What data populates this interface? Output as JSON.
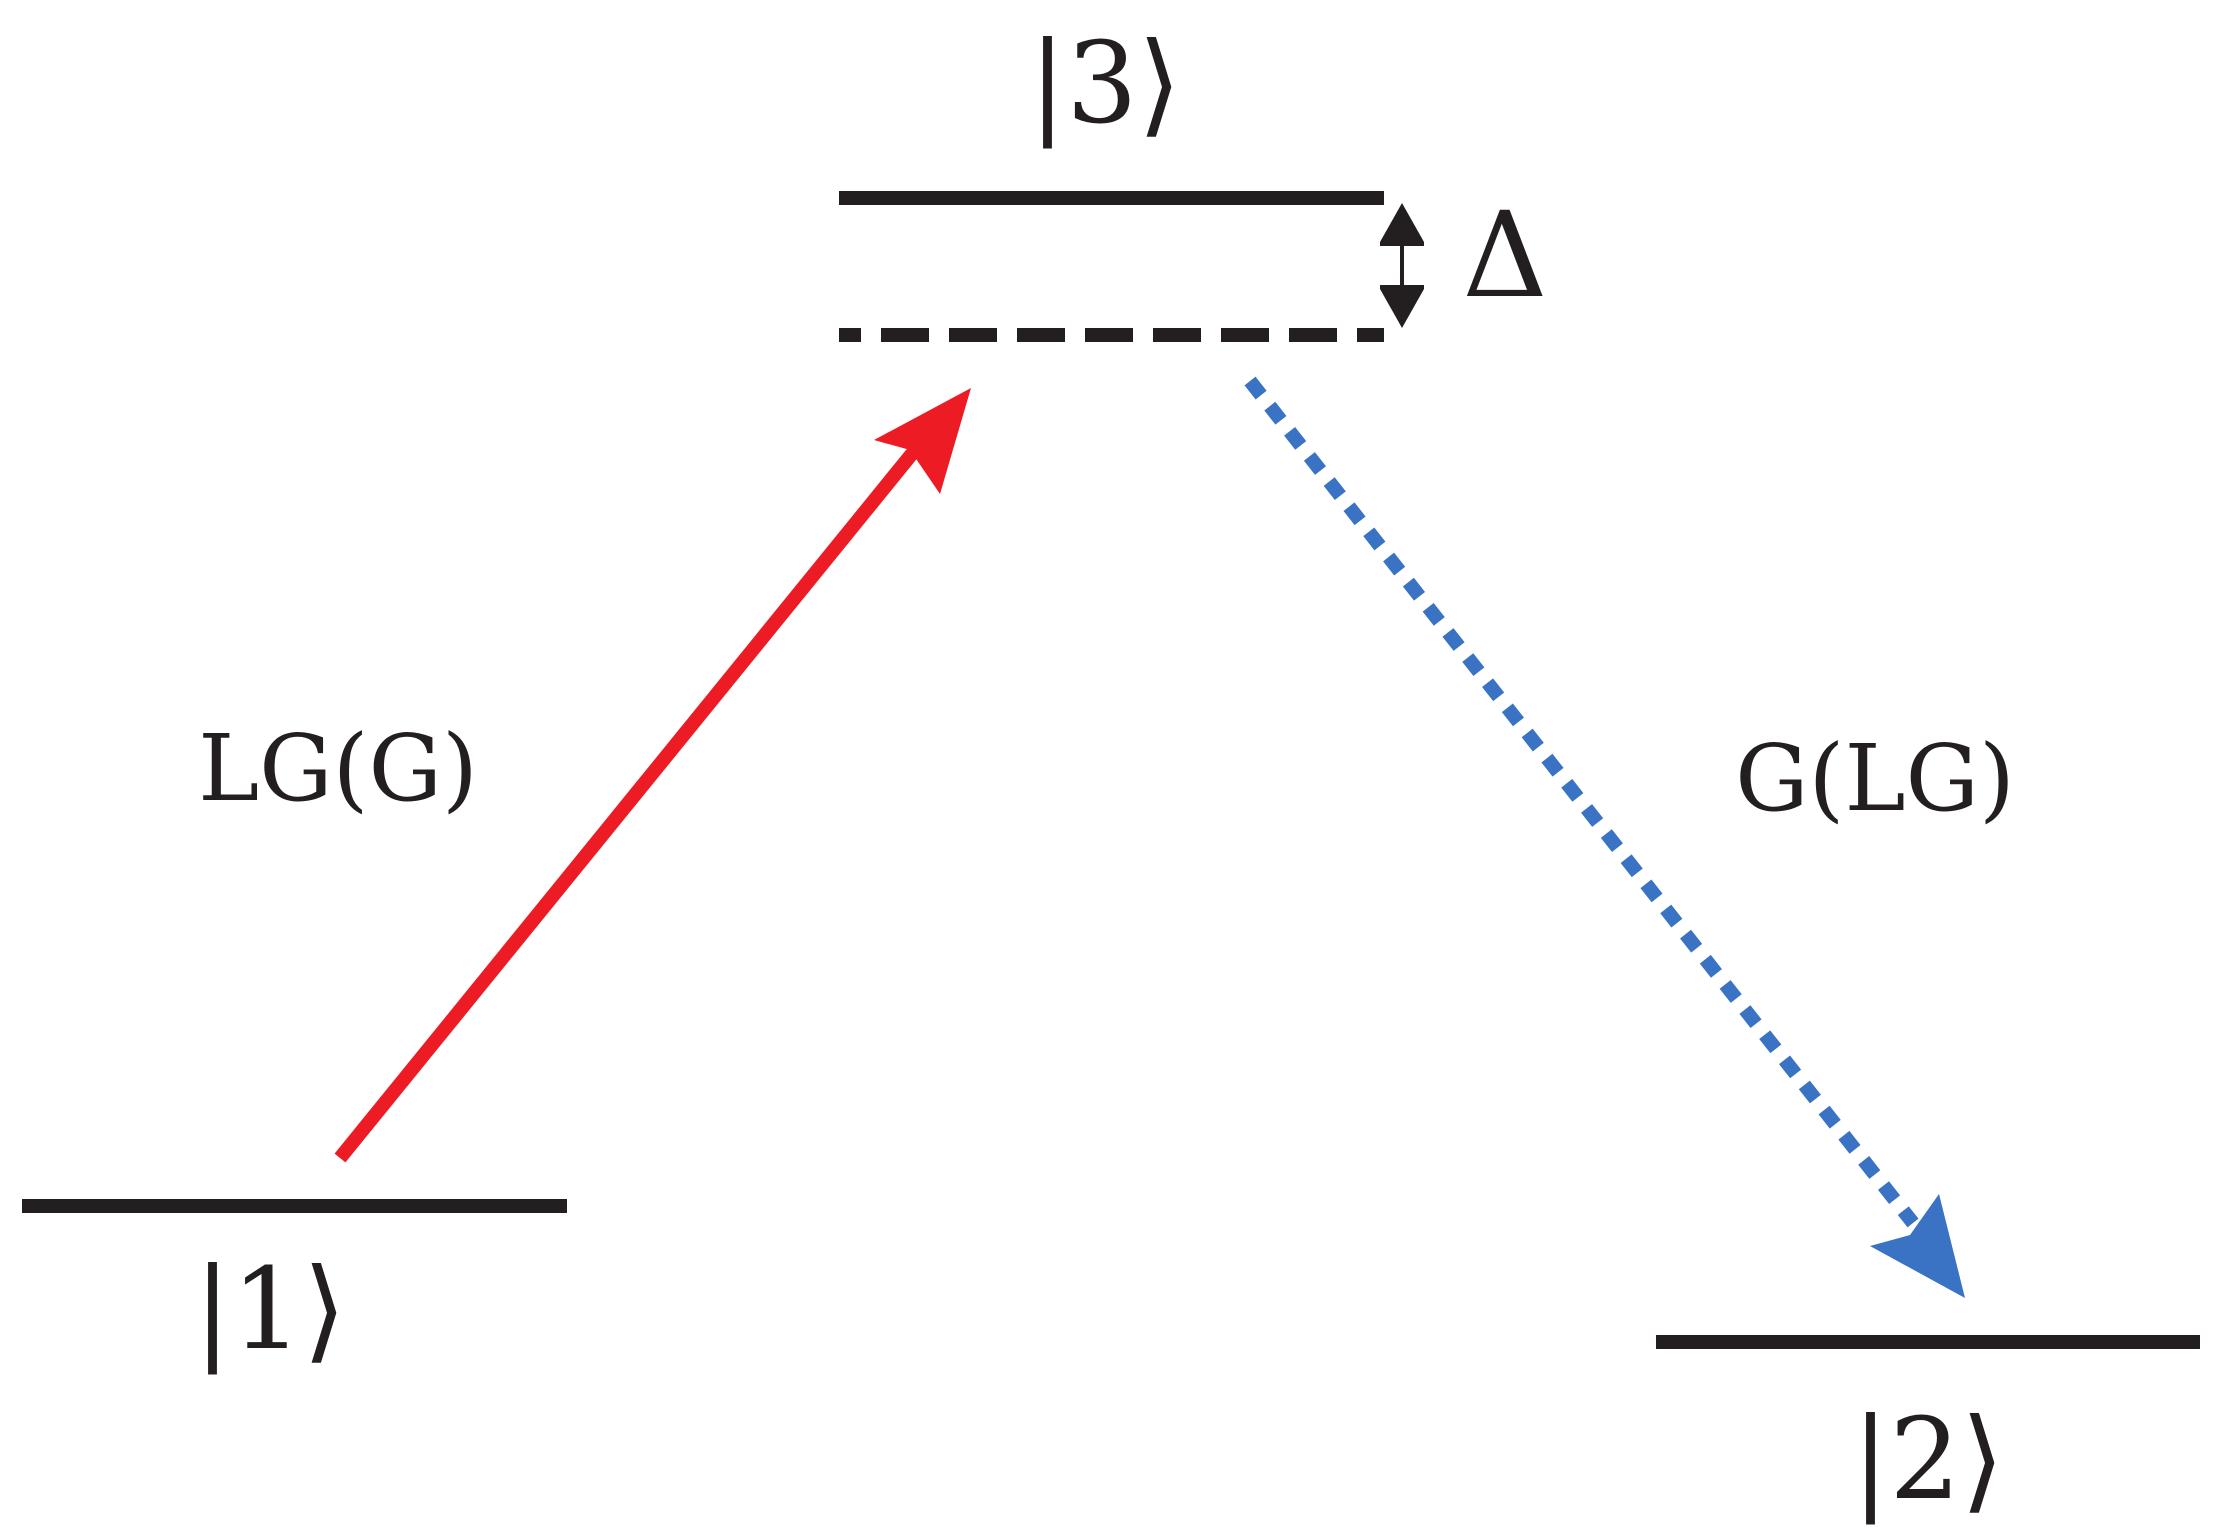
{
  "diagram": {
    "levels": {
      "ground": {
        "label": "|1⟩"
      },
      "final": {
        "label": "|2⟩"
      },
      "excited": {
        "label": "|3⟩"
      }
    },
    "detuning": {
      "label": "Δ"
    },
    "pump": {
      "label": "LG(G)"
    },
    "stokes": {
      "label": "G(LG)"
    }
  },
  "colors": {
    "level_line": "#231f20",
    "pump_arrow": "#ed1c24",
    "stokes_arrow": "#3a73c4"
  },
  "icons": {
    "detuning": "double-headed-arrow-icon"
  }
}
